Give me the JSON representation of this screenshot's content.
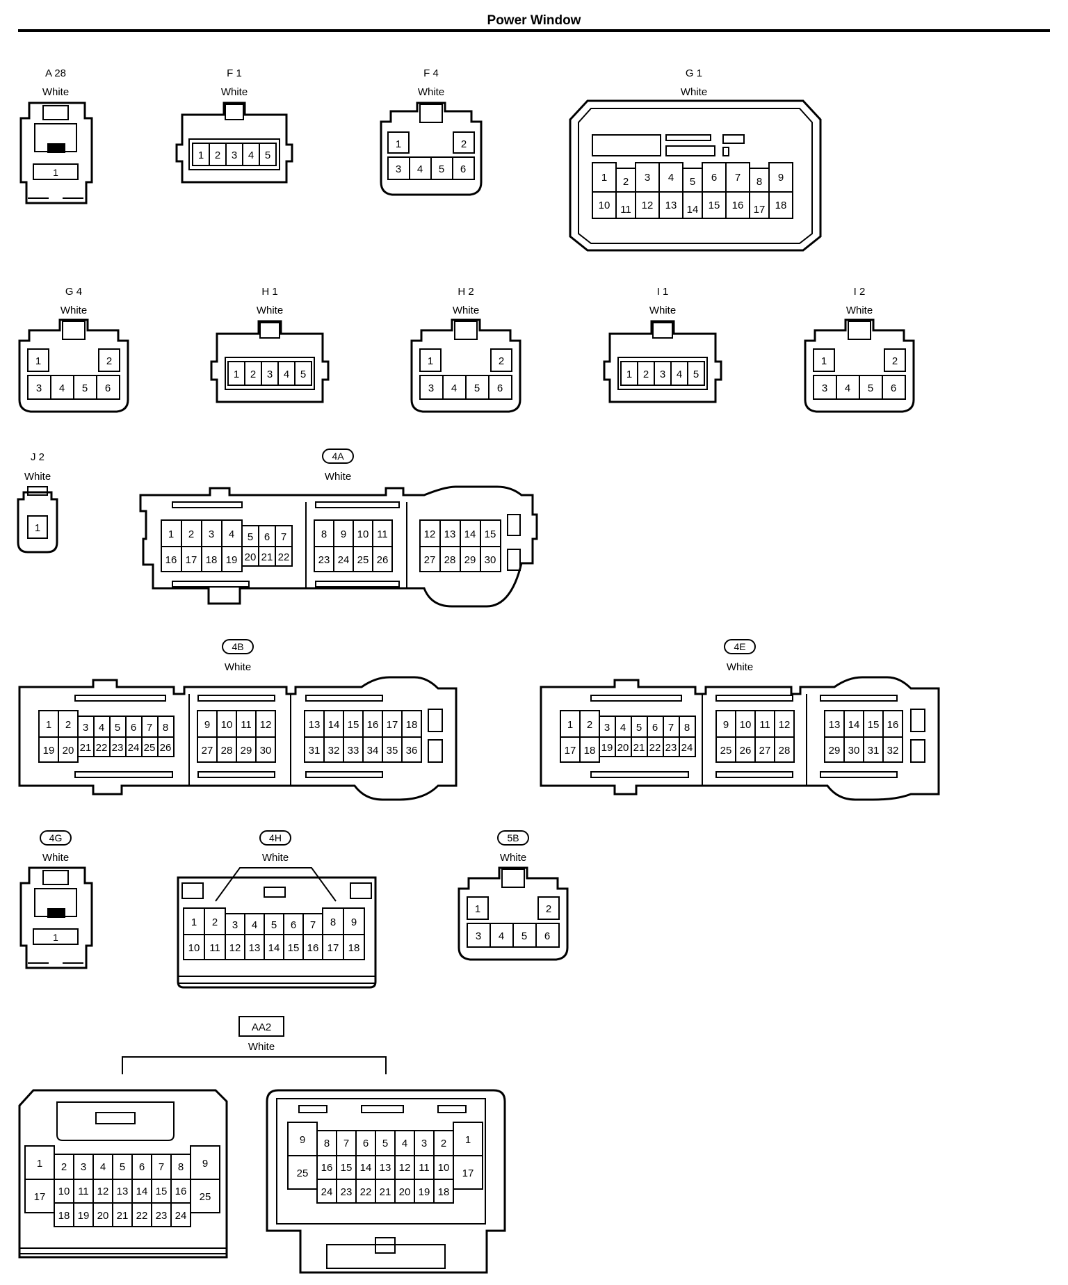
{
  "title": "Power Window",
  "connectors": [
    {
      "id": "A 28",
      "boxed": false,
      "color": "White",
      "pins": [
        [
          "1"
        ]
      ]
    },
    {
      "id": "F 1",
      "boxed": false,
      "color": "White",
      "pins": [
        [
          "1",
          "2",
          "3",
          "4",
          "5"
        ]
      ]
    },
    {
      "id": "F 4",
      "boxed": false,
      "color": "White",
      "pins": [
        [
          "1",
          "2"
        ],
        [
          "3",
          "4",
          "5",
          "6"
        ]
      ]
    },
    {
      "id": "G 1",
      "boxed": false,
      "color": "White",
      "pins": [
        [
          "1",
          "2",
          "3",
          "4",
          "5",
          "6",
          "7",
          "8",
          "9"
        ],
        [
          "10",
          "11",
          "12",
          "13",
          "14",
          "15",
          "16",
          "17",
          "18"
        ]
      ]
    },
    {
      "id": "G 4",
      "boxed": false,
      "color": "White",
      "pins": [
        [
          "1",
          "2"
        ],
        [
          "3",
          "4",
          "5",
          "6"
        ]
      ]
    },
    {
      "id": "H 1",
      "boxed": false,
      "color": "White",
      "pins": [
        [
          "1",
          "2",
          "3",
          "4",
          "5"
        ]
      ]
    },
    {
      "id": "H 2",
      "boxed": false,
      "color": "White",
      "pins": [
        [
          "1",
          "2"
        ],
        [
          "3",
          "4",
          "5",
          "6"
        ]
      ]
    },
    {
      "id": "I 1",
      "boxed": false,
      "color": "White",
      "pins": [
        [
          "1",
          "2",
          "3",
          "4",
          "5"
        ]
      ]
    },
    {
      "id": "I 2",
      "boxed": false,
      "color": "White",
      "pins": [
        [
          "1",
          "2"
        ],
        [
          "3",
          "4",
          "5",
          "6"
        ]
      ]
    },
    {
      "id": "J 2",
      "boxed": false,
      "color": "White",
      "pins": [
        [
          "1"
        ]
      ]
    },
    {
      "id": "4A",
      "boxed": true,
      "color": "White",
      "pins": [
        [
          "1",
          "2",
          "3",
          "4",
          "5",
          "6",
          "7",
          "8",
          "9",
          "10",
          "11",
          "12",
          "13",
          "14",
          "15"
        ],
        [
          "16",
          "17",
          "18",
          "19",
          "20",
          "21",
          "22",
          "23",
          "24",
          "25",
          "26",
          "27",
          "28",
          "29",
          "30"
        ]
      ]
    },
    {
      "id": "4B",
      "boxed": true,
      "color": "White",
      "pins": [
        [
          "1",
          "2",
          "3",
          "4",
          "5",
          "6",
          "7",
          "8",
          "9",
          "10",
          "11",
          "12",
          "13",
          "14",
          "15",
          "16",
          "17",
          "18"
        ],
        [
          "19",
          "20",
          "21",
          "22",
          "23",
          "24",
          "25",
          "26",
          "27",
          "28",
          "29",
          "30",
          "31",
          "32",
          "33",
          "34",
          "35",
          "36"
        ]
      ]
    },
    {
      "id": "4E",
      "boxed": true,
      "color": "White",
      "pins": [
        [
          "1",
          "2",
          "3",
          "4",
          "5",
          "6",
          "7",
          "8",
          "9",
          "10",
          "11",
          "12",
          "13",
          "14",
          "15",
          "16"
        ],
        [
          "17",
          "18",
          "19",
          "20",
          "21",
          "22",
          "23",
          "24",
          "25",
          "26",
          "27",
          "28",
          "29",
          "30",
          "31",
          "32"
        ]
      ]
    },
    {
      "id": "4G",
      "boxed": true,
      "color": "White",
      "pins": [
        [
          "1"
        ]
      ]
    },
    {
      "id": "4H",
      "boxed": true,
      "color": "White",
      "pins": [
        [
          "1",
          "2",
          "3",
          "4",
          "5",
          "6",
          "7",
          "8",
          "9"
        ],
        [
          "10",
          "11",
          "12",
          "13",
          "14",
          "15",
          "16",
          "17",
          "18"
        ]
      ]
    },
    {
      "id": "5B",
      "boxed": true,
      "color": "White",
      "pins": [
        [
          "1",
          "2"
        ],
        [
          "3",
          "4",
          "5",
          "6"
        ]
      ]
    },
    {
      "id": "AA2",
      "boxed": false,
      "color": "White",
      "pins": [
        [
          "1",
          "2",
          "3",
          "4",
          "5",
          "6",
          "7",
          "8",
          "9"
        ],
        [
          "17",
          "10",
          "11",
          "12",
          "13",
          "14",
          "15",
          "16",
          "25"
        ],
        [
          "18",
          "19",
          "20",
          "21",
          "22",
          "23",
          "24"
        ],
        [
          "9",
          "8",
          "7",
          "6",
          "5",
          "4",
          "3",
          "2",
          "1"
        ],
        [
          "25",
          "16",
          "15",
          "14",
          "13",
          "12",
          "11",
          "10",
          "17"
        ],
        [
          "24",
          "23",
          "22",
          "21",
          "20",
          "19",
          "18"
        ]
      ]
    }
  ]
}
